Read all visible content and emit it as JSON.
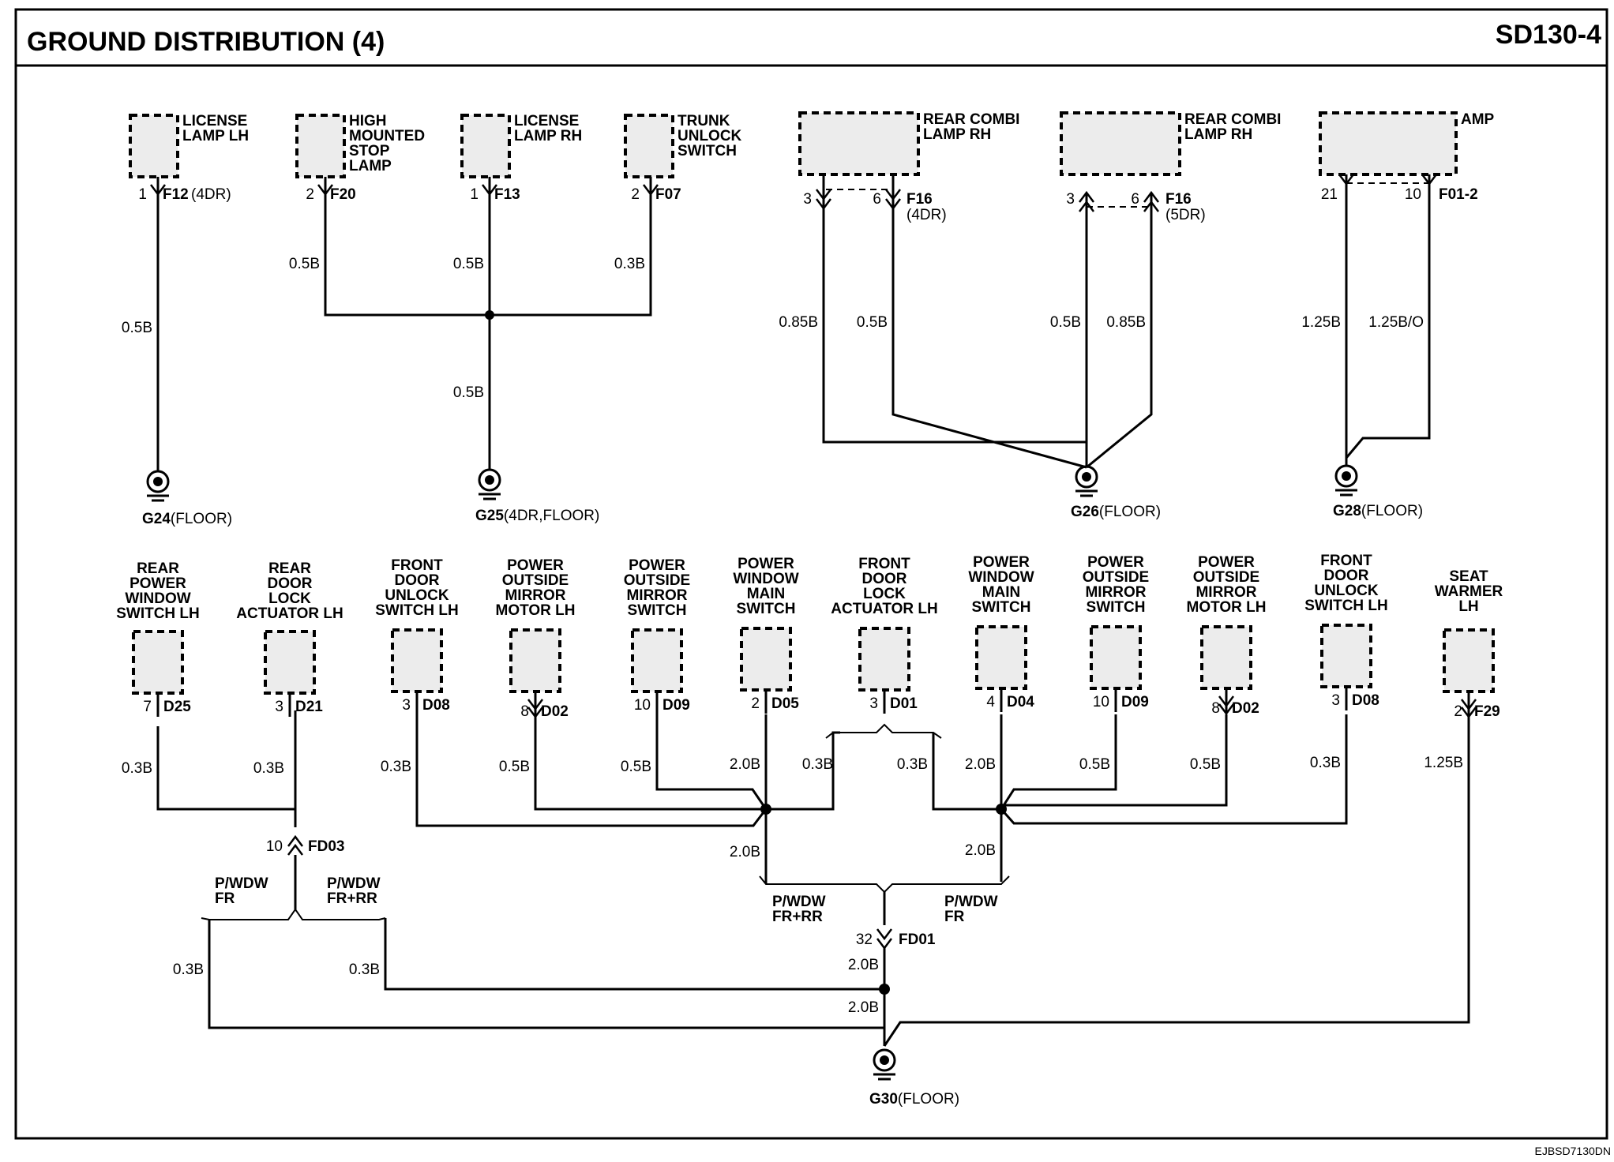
{
  "header": {
    "title": "GROUND DISTRIBUTION (4)",
    "code": "SD130-4"
  },
  "footer": {
    "ref": "EJBSD7130DN"
  },
  "top_row": {
    "license_lamp_lh": {
      "label": [
        "LICENSE",
        "LAMP LH"
      ],
      "pin": "1",
      "conn": "F12",
      "conn_note": "(4DR)",
      "wire": "0.5B"
    },
    "high_mounted_stop_lamp": {
      "label": [
        "HIGH",
        "MOUNTED",
        "STOP",
        "LAMP"
      ],
      "pin": "2",
      "conn": "F20",
      "wire": "0.5B"
    },
    "license_lamp_rh": {
      "label": [
        "LICENSE",
        "LAMP RH"
      ],
      "pin": "1",
      "conn": "F13",
      "wire": "0.5B"
    },
    "trunk_unlock_switch": {
      "label": [
        "TRUNK",
        "UNLOCK",
        "SWITCH"
      ],
      "pin": "2",
      "conn": "F07",
      "wire": "0.3B"
    },
    "g25_trunk_wire": "0.5B",
    "rear_combi_4dr": {
      "label": [
        "REAR COMBI",
        "LAMP RH"
      ],
      "pin_a": "3",
      "pin_b": "6",
      "conn": "F16",
      "conn_note": "(4DR)",
      "wire_a": "0.85B",
      "wire_b": "0.5B"
    },
    "rear_combi_5dr": {
      "label": [
        "REAR COMBI",
        "LAMP RH"
      ],
      "pin_a": "3",
      "pin_b": "6",
      "conn": "F16",
      "conn_note": "(5DR)",
      "wire_a": "0.5B",
      "wire_b": "0.85B"
    },
    "amp": {
      "label": "AMP",
      "pin_a": "21",
      "pin_b": "10",
      "conn": "F01-2",
      "wire_a": "1.25B",
      "wire_b": "1.25B/O"
    }
  },
  "grounds": {
    "g24": {
      "id": "G24",
      "note": "(FLOOR)"
    },
    "g25": {
      "id": "G25",
      "note": "(4DR,FLOOR)"
    },
    "g26": {
      "id": "G26",
      "note": "(FLOOR)"
    },
    "g28": {
      "id": "G28",
      "note": "(FLOOR)"
    },
    "g30": {
      "id": "G30",
      "note": "(FLOOR)"
    }
  },
  "bottom_row": [
    {
      "key": "rear_power_window_switch_lh",
      "label": [
        "REAR",
        "POWER",
        "WINDOW",
        "SWITCH LH"
      ],
      "pin": "7",
      "conn": "D25",
      "wire": "0.3B"
    },
    {
      "key": "rear_door_lock_actuator_lh",
      "label": [
        "REAR",
        "DOOR",
        "LOCK",
        "ACTUATOR LH"
      ],
      "pin": "3",
      "conn": "D21",
      "wire": "0.3B"
    },
    {
      "key": "front_door_unlock_switch_lh_a",
      "label": [
        "FRONT",
        "DOOR",
        "UNLOCK",
        "SWITCH LH"
      ],
      "pin": "3",
      "conn": "D08",
      "wire": "0.3B"
    },
    {
      "key": "power_outside_mirror_motor_lh_a",
      "label": [
        "POWER",
        "OUTSIDE",
        "MIRROR",
        "MOTOR LH"
      ],
      "pin": "8",
      "conn": "D02",
      "wire": "0.5B"
    },
    {
      "key": "power_outside_mirror_switch_a",
      "label": [
        "POWER",
        "OUTSIDE",
        "MIRROR",
        "SWITCH"
      ],
      "pin": "10",
      "conn": "D09",
      "wire": "0.5B"
    },
    {
      "key": "power_window_main_switch_a",
      "label": [
        "POWER",
        "WINDOW",
        "MAIN",
        "SWITCH"
      ],
      "pin": "2",
      "conn": "D05",
      "wire": "2.0B"
    },
    {
      "key": "front_door_lock_actuator_lh",
      "label": [
        "FRONT",
        "DOOR",
        "LOCK",
        "ACTUATOR LH"
      ],
      "pin": "3",
      "conn": "D01",
      "wire_a": "0.3B",
      "wire_b": "0.3B"
    },
    {
      "key": "power_window_main_switch_b",
      "label": [
        "POWER",
        "WINDOW",
        "MAIN",
        "SWITCH"
      ],
      "pin": "4",
      "conn": "D04",
      "wire": "2.0B"
    },
    {
      "key": "power_outside_mirror_switch_b",
      "label": [
        "POWER",
        "OUTSIDE",
        "MIRROR",
        "SWITCH"
      ],
      "pin": "10",
      "conn": "D09",
      "wire": "0.5B"
    },
    {
      "key": "power_outside_mirror_motor_lh_b",
      "label": [
        "POWER",
        "OUTSIDE",
        "MIRROR",
        "MOTOR LH"
      ],
      "pin": "8",
      "conn": "D02",
      "wire": "0.5B"
    },
    {
      "key": "front_door_unlock_switch_lh_b",
      "label": [
        "FRONT",
        "DOOR",
        "UNLOCK",
        "SWITCH LH"
      ],
      "pin": "3",
      "conn": "D08",
      "wire": "0.3B"
    },
    {
      "key": "seat_warmer_lh",
      "label": [
        "SEAT",
        "WARMER",
        "LH"
      ],
      "pin": "2",
      "conn": "F29",
      "wire": "1.25B"
    }
  ],
  "fd03": {
    "pin": "10",
    "conn": "FD03",
    "left_opt": [
      "P/WDW",
      "FR"
    ],
    "right_opt": [
      "P/WDW",
      "FR+RR"
    ],
    "wire_left": "0.3B",
    "wire_right": "0.3B"
  },
  "fd01": {
    "pin": "32",
    "conn": "FD01",
    "left_opt": [
      "P/WDW",
      "FR+RR"
    ],
    "right_opt": [
      "P/WDW",
      "FR"
    ],
    "wire_left": "2.0B",
    "wire_right": "2.0B",
    "wire_out": "2.0B",
    "wire_g30": "2.0B"
  }
}
